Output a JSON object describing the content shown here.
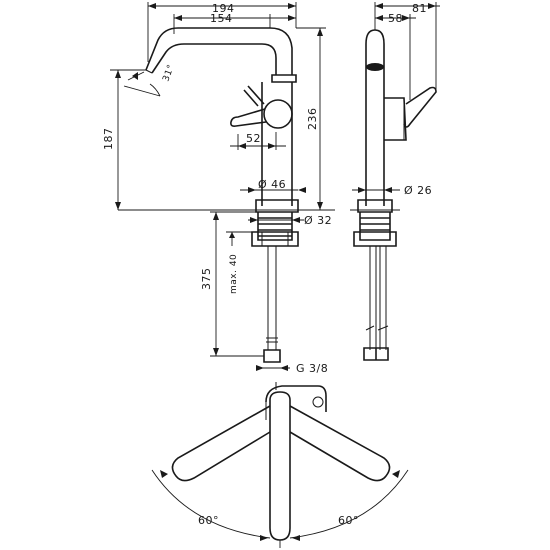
{
  "drawing": {
    "labels": {
      "d_194": "194",
      "d_154": "154",
      "d_31deg": "31°",
      "d_187": "187",
      "d_236": "236",
      "d_52": "52",
      "d_d46": "Ø 46",
      "d_d32": "Ø 32",
      "d_375": "375",
      "d_max40": "max. 40",
      "d_g38": "G 3/8",
      "d_81": "81",
      "d_58": "58",
      "d_d26": "Ø 26",
      "d_60_left": "60°",
      "d_60_right": "60°"
    }
  }
}
